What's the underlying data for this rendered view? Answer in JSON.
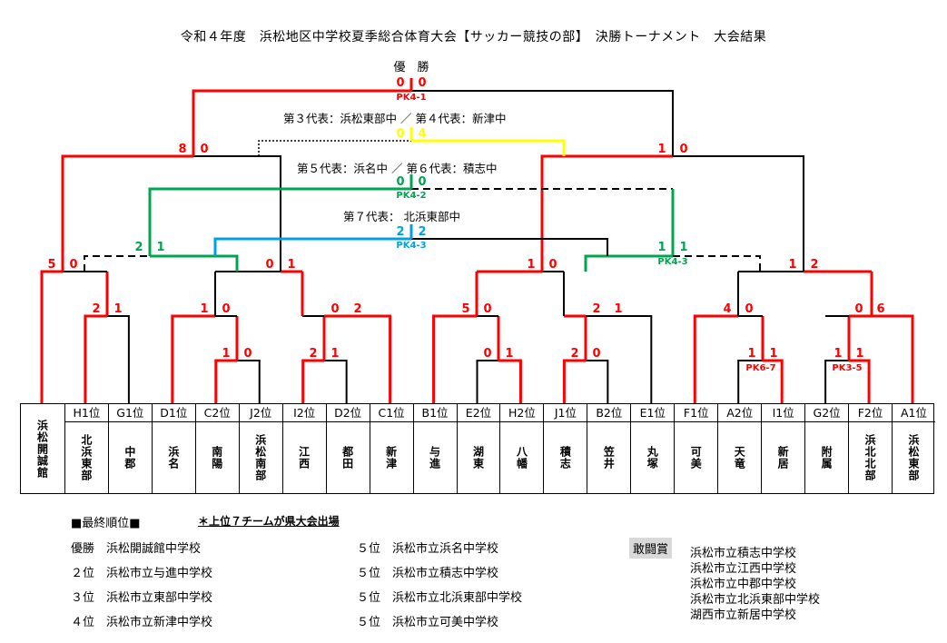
{
  "title": "令和４年度　浜松地区中学校夏季総合体育大会【サッカー競技の部】　決勝トーナメント　大会結果",
  "winner_label": "優　勝",
  "representatives": {
    "rep34": "第３代表：浜松東部中 ／ 第４代表：新津中",
    "rep56": "第５代表：浜名中 ／ 第６代表：積志中",
    "rep7": "第７代表：  北浜東部中"
  },
  "slots": [
    {
      "seed": "",
      "team": "浜松開誠館"
    },
    {
      "seed": "H1位",
      "team": "北浜東部"
    },
    {
      "seed": "G1位",
      "team": "中郡"
    },
    {
      "seed": "D1位",
      "team": "浜名"
    },
    {
      "seed": "C2位",
      "team": "南陽"
    },
    {
      "seed": "J2位",
      "team": "浜松南部"
    },
    {
      "seed": "I2位",
      "team": "江西"
    },
    {
      "seed": "D2位",
      "team": "都田"
    },
    {
      "seed": "C1位",
      "team": "新津"
    },
    {
      "seed": "B1位",
      "team": "与進"
    },
    {
      "seed": "E2位",
      "team": "湖東"
    },
    {
      "seed": "H2位",
      "team": "八幡"
    },
    {
      "seed": "J1位",
      "team": "積志"
    },
    {
      "seed": "B2位",
      "team": "笠井"
    },
    {
      "seed": "E1位",
      "team": "丸塚"
    },
    {
      "seed": "F1位",
      "team": "可美"
    },
    {
      "seed": "A2位",
      "team": "天竜"
    },
    {
      "seed": "I1位",
      "team": "新居"
    },
    {
      "seed": "G2位",
      "team": "附属"
    },
    {
      "seed": "F2位",
      "team": "浜北北部"
    },
    {
      "seed": "A1位",
      "team": "浜松東部"
    }
  ],
  "scores": {
    "r1a": [
      "1",
      "1"
    ],
    "r1b": [
      "1",
      "1"
    ],
    "pk_r1a": "PK6-7",
    "pk_r1b": "PK3-5",
    "r2": [
      [
        "2",
        "1"
      ],
      [
        "1",
        "0"
      ],
      [
        "0",
        "2"
      ],
      [
        "0",
        "1"
      ],
      [
        "2",
        "0"
      ],
      [
        "4",
        "0"
      ],
      [
        "0",
        "6"
      ]
    ],
    "r2b": [
      [
        "2",
        "1"
      ],
      [
        "1",
        "0"
      ],
      [
        "5",
        "0"
      ],
      [
        "2",
        "1"
      ]
    ],
    "qf": [
      [
        "5",
        "0"
      ],
      [
        "0",
        "1"
      ],
      [
        "1",
        "0"
      ],
      [
        "1",
        "2"
      ]
    ],
    "sf": [
      [
        "8",
        "0"
      ],
      [
        "1",
        "0"
      ]
    ],
    "final": [
      "0",
      "0"
    ],
    "pk_final": "PK4-1",
    "third": [
      "0",
      "4"
    ],
    "fifth": [
      "0",
      "0"
    ],
    "pk_fifth": "PK4-2",
    "seventh_left": [
      "2",
      "1"
    ],
    "seventh_right": [
      "1",
      "1"
    ],
    "pk_seventh_right": "PK4-3",
    "seventh_final": [
      "2",
      "2"
    ],
    "pk_seventh_final": "PK4-3"
  },
  "final_standing": {
    "title": "■最終順位■",
    "note": "＊上位７チームが県大会出場",
    "left": [
      {
        "rank": "優勝",
        "school": "浜松開誠館中学校"
      },
      {
        "rank": "２位",
        "school": "浜松市立与進中学校"
      },
      {
        "rank": "３位",
        "school": "浜松市立東部中学校"
      },
      {
        "rank": "４位",
        "school": "浜松市立新津中学校"
      }
    ],
    "right": [
      {
        "rank": "５位",
        "school": "浜松市立浜名中学校"
      },
      {
        "rank": "５位",
        "school": "浜松市立積志中学校"
      },
      {
        "rank": "５位",
        "school": "浜松市立北浜東部中学校"
      },
      {
        "rank": "５位",
        "school": "浜松市立可美中学校"
      }
    ]
  },
  "award": {
    "label": "敢闘賞",
    "schools": [
      "浜松市立積志中学校",
      "浜松市立江西中学校",
      "浜松市立中郡中学校",
      "浜松市立北浜東部中学校",
      "湖西市立新居中学校"
    ]
  },
  "colors": {
    "win": "#ff0000",
    "third": "#ffff00",
    "fifth": "#00a550",
    "seventh": "#00a0e9",
    "line": "#000000"
  }
}
